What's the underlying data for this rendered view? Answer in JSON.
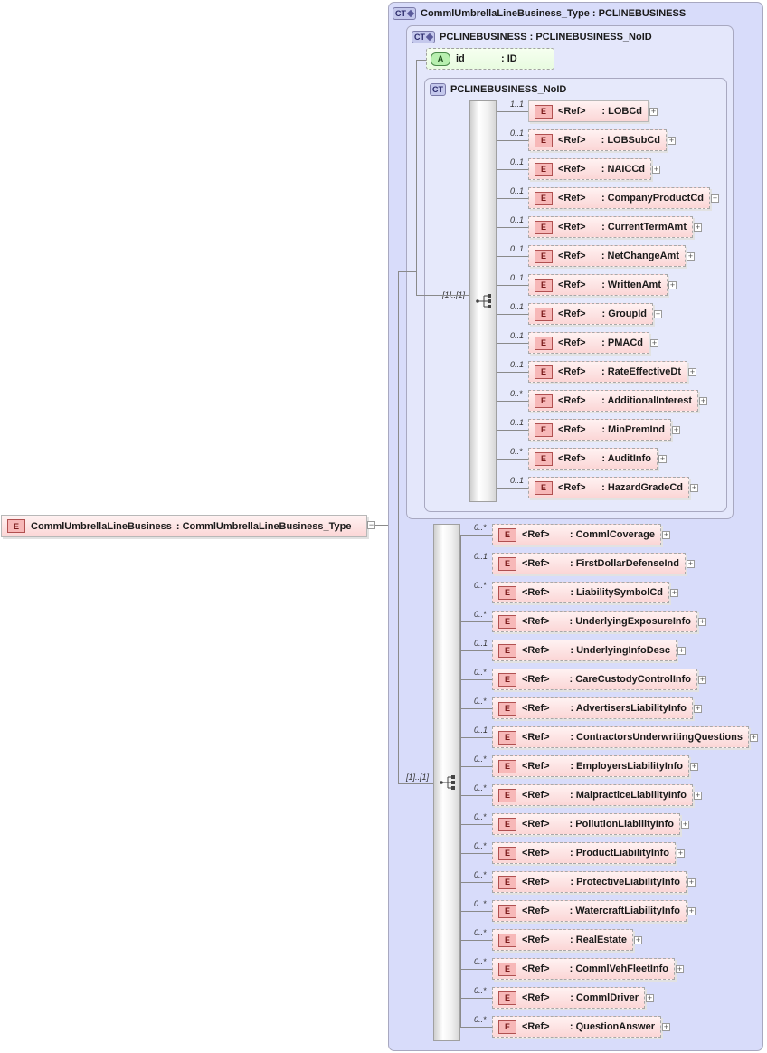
{
  "root": {
    "badge": "E",
    "name": "CommlUmbrellaLineBusiness",
    "type": ": CommlUmbrellaLineBusiness_Type"
  },
  "outer_ct": {
    "badge": "CT",
    "label": "CommlUmbrellaLineBusiness_Type : PCLINEBUSINESS"
  },
  "mid_ct": {
    "badge": "CT",
    "label": "PCLINEBUSINESS : PCLINEBUSINESS_NoID"
  },
  "attribute": {
    "badge": "A",
    "name": "id",
    "type": ": ID"
  },
  "inner_ct": {
    "badge": "CT",
    "label": "PCLINEBUSINESS_NoID"
  },
  "seq1": {
    "cardinality": "[1]..[1]"
  },
  "seq2": {
    "cardinality": "[1]..[1]"
  },
  "ref_label": "<Ref>",
  "elem_badge": "E",
  "group1": [
    {
      "card": "1..1",
      "name": ": LOBCd",
      "optional": false
    },
    {
      "card": "0..1",
      "name": ": LOBSubCd",
      "optional": true
    },
    {
      "card": "0..1",
      "name": ": NAICCd",
      "optional": true
    },
    {
      "card": "0..1",
      "name": ": CompanyProductCd",
      "optional": true
    },
    {
      "card": "0..1",
      "name": ": CurrentTermAmt",
      "optional": true
    },
    {
      "card": "0..1",
      "name": ": NetChangeAmt",
      "optional": true
    },
    {
      "card": "0..1",
      "name": ": WrittenAmt",
      "optional": true
    },
    {
      "card": "0..1",
      "name": ": GroupId",
      "optional": true
    },
    {
      "card": "0..1",
      "name": ": PMACd",
      "optional": true
    },
    {
      "card": "0..1",
      "name": ": RateEffectiveDt",
      "optional": true
    },
    {
      "card": "0..*",
      "name": ": AdditionalInterest",
      "optional": true
    },
    {
      "card": "0..1",
      "name": ": MinPremInd",
      "optional": true
    },
    {
      "card": "0..*",
      "name": ": AuditInfo",
      "optional": true
    },
    {
      "card": "0..1",
      "name": ": HazardGradeCd",
      "optional": true
    }
  ],
  "group2": [
    {
      "card": "0..*",
      "name": ": CommlCoverage",
      "optional": true
    },
    {
      "card": "0..1",
      "name": ": FirstDollarDefenseInd",
      "optional": true
    },
    {
      "card": "0..*",
      "name": ": LiabilitySymbolCd",
      "optional": true
    },
    {
      "card": "0..*",
      "name": ": UnderlyingExposureInfo",
      "optional": true
    },
    {
      "card": "0..1",
      "name": ": UnderlyingInfoDesc",
      "optional": true
    },
    {
      "card": "0..*",
      "name": ": CareCustodyControlInfo",
      "optional": true
    },
    {
      "card": "0..*",
      "name": ": AdvertisersLiabilityInfo",
      "optional": true
    },
    {
      "card": "0..1",
      "name": ": ContractorsUnderwritingQuestions",
      "optional": true
    },
    {
      "card": "0..*",
      "name": ": EmployersLiabilityInfo",
      "optional": true
    },
    {
      "card": "0..*",
      "name": ": MalpracticeLiabilityInfo",
      "optional": true
    },
    {
      "card": "0..*",
      "name": ": PollutionLiabilityInfo",
      "optional": true
    },
    {
      "card": "0..*",
      "name": ": ProductLiabilityInfo",
      "optional": true
    },
    {
      "card": "0..*",
      "name": ": ProtectiveLiabilityInfo",
      "optional": true
    },
    {
      "card": "0..*",
      "name": ": WatercraftLiabilityInfo",
      "optional": true
    },
    {
      "card": "0..*",
      "name": ": RealEstate",
      "optional": true
    },
    {
      "card": "0..*",
      "name": ": CommlVehFleetInfo",
      "optional": true
    },
    {
      "card": "0..*",
      "name": ": CommlDriver",
      "optional": true
    },
    {
      "card": "0..*",
      "name": ": QuestionAnswer",
      "optional": true
    }
  ]
}
